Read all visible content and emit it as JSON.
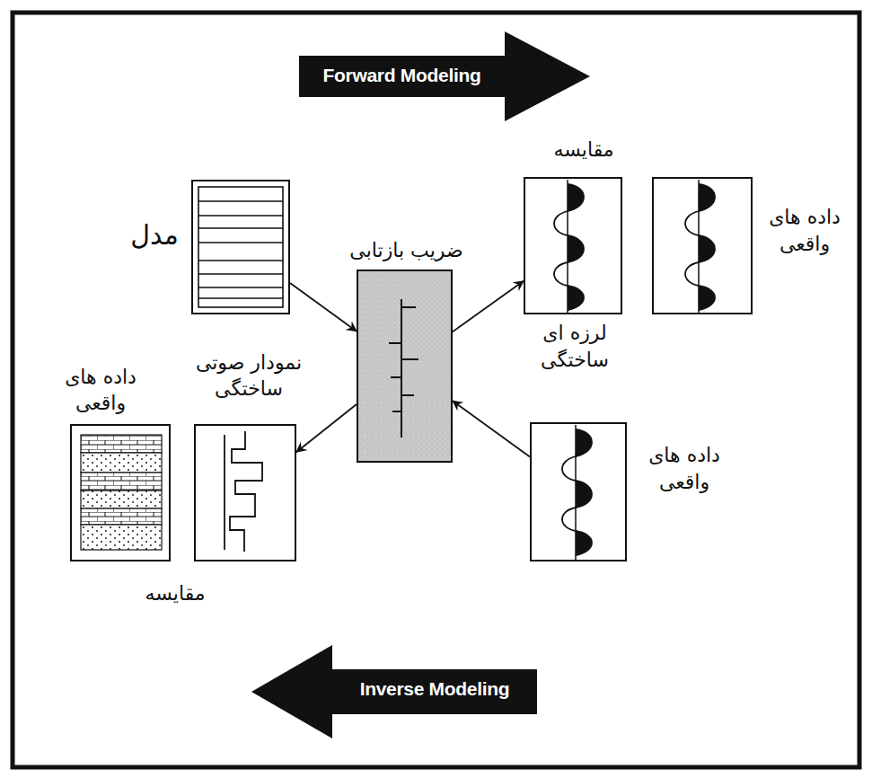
{
  "diagram": {
    "nodes": [
      {
        "text": [
          "مدل"
        ]
      },
      {
        "text": [
          "ضریب بازتابی"
        ]
      },
      {
        "text": [
          "لرزه ای ساختگی"
        ]
      },
      {
        "text": [
          "داده های واقعی"
        ]
      },
      {
        "text": [
          "داده های واقعی"
        ]
      },
      {
        "text": [
          "نمودار صوتی ساختگی"
        ]
      },
      {
        "text": [
          "داده های واقعی"
        ]
      }
    ],
    "edges": [
      {
        "from": 0,
        "to": 1,
        "arrow": "to"
      },
      {
        "from": 1,
        "to": 2,
        "arrow": "to"
      },
      {
        "from": 6,
        "to": 1,
        "arrow": "to"
      },
      {
        "from": 1,
        "to": 5,
        "arrow": "to"
      }
    ],
    "labels": [
      "Forward Modeling",
      "مقایسه",
      "مقایسه",
      "Inverse Modeling"
    ]
  }
}
